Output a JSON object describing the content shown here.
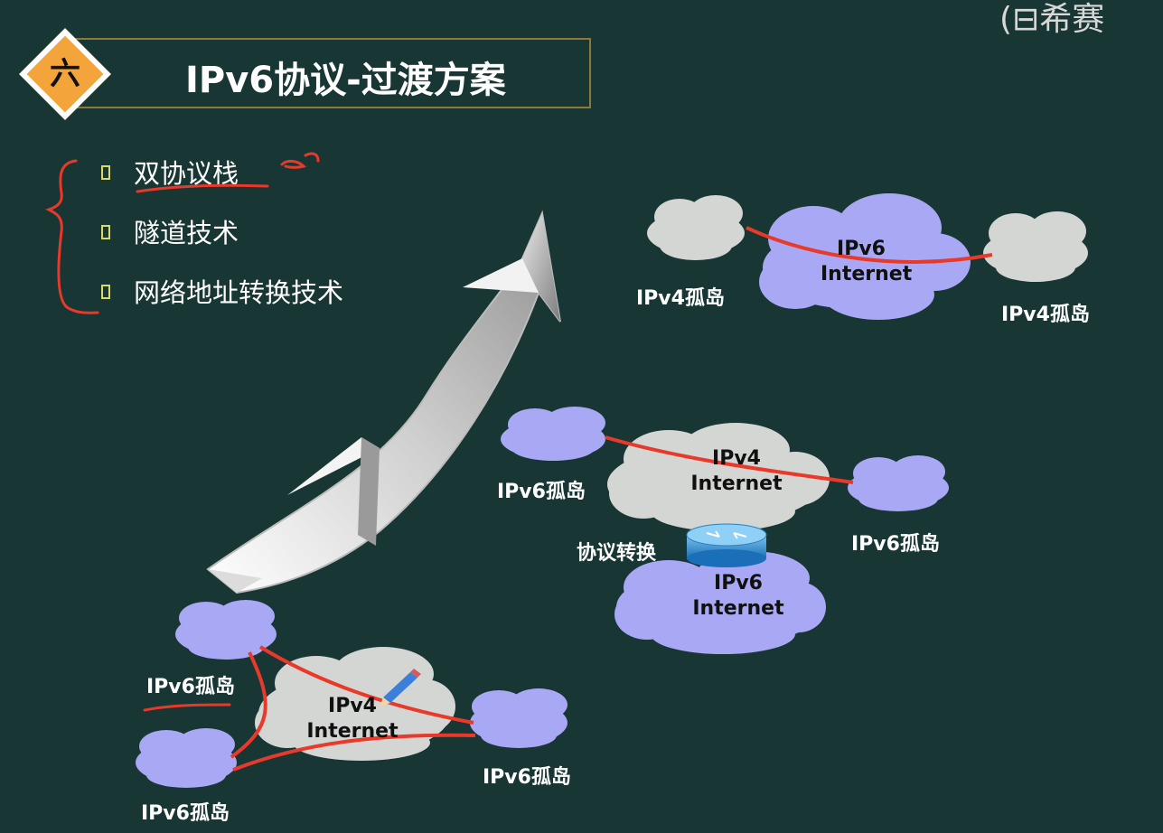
{
  "header": {
    "section_number": "六",
    "title": "IPv6协议-过渡方案",
    "logo_text": "(⊟希赛"
  },
  "bullets": [
    {
      "label": "双协议栈"
    },
    {
      "label": "隧道技术"
    },
    {
      "label": "网络地址转换技术"
    }
  ],
  "diagrams": {
    "dual_stack": {
      "center_cloud": [
        "IPv4",
        "Internet"
      ],
      "island_label": "IPv6孤岛"
    },
    "translation": {
      "top_cloud": [
        "IPv4",
        "Internet"
      ],
      "bottom_cloud": [
        "IPv6",
        "Internet"
      ],
      "island_label": "IPv6孤岛",
      "translation_label": "协议转换"
    },
    "tunnel": {
      "center_cloud": [
        "IPv6",
        "Internet"
      ],
      "island_label": "IPv4孤岛"
    }
  },
  "colors": {
    "background": "#173634",
    "accent_diamond": "#f3a43a",
    "header_border": "#8d7a3a",
    "ipv6_cloud": "#a8a8f4",
    "ipv4_cloud": "#d4d6d3",
    "link_line": "#e8392a",
    "annotation": "#e8392a",
    "bullet_box": "#d9d96a"
  }
}
